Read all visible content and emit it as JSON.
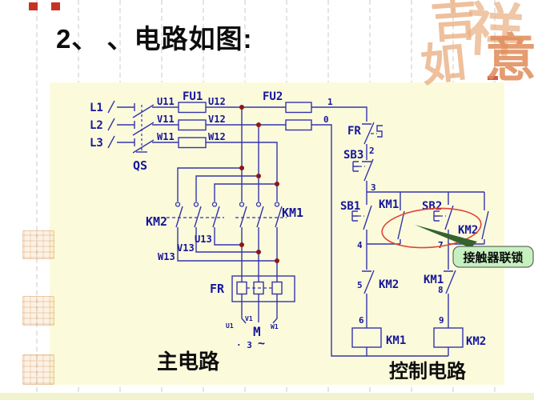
{
  "title": "2、 、电路如图:",
  "sections": {
    "main": "主电路",
    "control": "控制电路"
  },
  "annotation": {
    "text": "接触器联锁"
  },
  "power": {
    "l1": "L1",
    "l2": "L2",
    "l3": "L3",
    "qs": "QS"
  },
  "fuses": {
    "fu1": "FU1",
    "fu2": "FU2"
  },
  "wires": {
    "u11": "U11",
    "v11": "V11",
    "w11": "W11",
    "u12": "U12",
    "v12": "V12",
    "w12": "W12",
    "u13": "U13",
    "v13": "V13",
    "w13": "W13"
  },
  "nums": {
    "n0": "0",
    "n1": "1",
    "n2": "2",
    "n3": "3",
    "n4": "4",
    "n5": "5",
    "n6": "6",
    "n7": "7",
    "n8": "8",
    "n9": "9"
  },
  "contactors": {
    "km1": "KM1",
    "km2": "KM2"
  },
  "buttons": {
    "sb1": "SB1",
    "sb2": "SB2",
    "sb3": "SB3"
  },
  "relay": {
    "fr": "FR"
  },
  "motor": {
    "m": "M",
    "phase": "· 3",
    "wave": "~",
    "u1": "U1",
    "v1": "V1",
    "w1": "W1"
  },
  "seal": {
    "c1": "吉",
    "c2": "祥",
    "c3": "如",
    "c4": "意"
  },
  "colors": {
    "wire": "#3434ab",
    "label": "#16169a",
    "dot": "#8b1717",
    "ellipse": "#e14433",
    "arrow": "#36622e",
    "annotation_bg": "#c6f0bf",
    "canvas_bg": "#fbfbdc",
    "seal": "#eab184"
  }
}
